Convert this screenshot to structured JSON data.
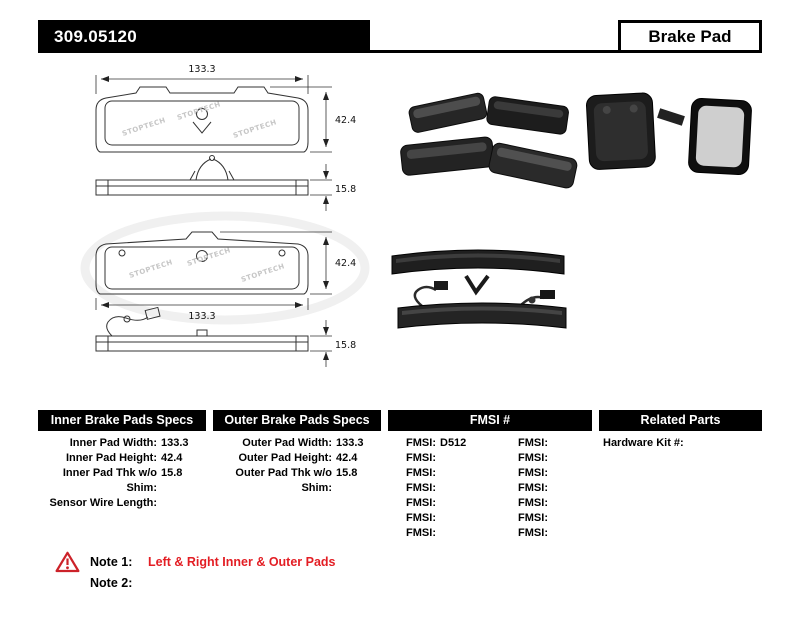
{
  "header": {
    "part_number": "309.05120",
    "product_type": "Brake Pad"
  },
  "drawings": {
    "watermark": "STOPTECH",
    "inner": {
      "width": "133.3",
      "height": "42.4",
      "thickness": "15.8"
    },
    "outer": {
      "width": "133.3",
      "height": "42.4",
      "thickness": "15.8"
    }
  },
  "specs": {
    "inner": {
      "header": "Inner Brake Pads Specs",
      "rows": [
        {
          "label": "Inner Pad Width:",
          "value": "133.3"
        },
        {
          "label": "Inner Pad Height:",
          "value": "42.4"
        },
        {
          "label": "Inner Pad Thk w/o Shim:",
          "value": "15.8"
        },
        {
          "label": "Sensor Wire Length:",
          "value": ""
        }
      ]
    },
    "outer": {
      "header": "Outer Brake Pads Specs",
      "rows": [
        {
          "label": "Outer Pad Width:",
          "value": "133.3"
        },
        {
          "label": "Outer Pad Height:",
          "value": "42.4"
        },
        {
          "label": "Outer Pad Thk w/o Shim:",
          "value": "15.8"
        }
      ]
    },
    "fmsi": {
      "header": "FMSI #",
      "rows": [
        {
          "l_label": "FMSI:",
          "l_value": "D512",
          "r_label": "FMSI:",
          "r_value": ""
        },
        {
          "l_label": "FMSI:",
          "l_value": "",
          "r_label": "FMSI:",
          "r_value": ""
        },
        {
          "l_label": "FMSI:",
          "l_value": "",
          "r_label": "FMSI:",
          "r_value": ""
        },
        {
          "l_label": "FMSI:",
          "l_value": "",
          "r_label": "FMSI:",
          "r_value": ""
        },
        {
          "l_label": "FMSI:",
          "l_value": "",
          "r_label": "FMSI:",
          "r_value": ""
        },
        {
          "l_label": "FMSI:",
          "l_value": "",
          "r_label": "FMSI:",
          "r_value": ""
        },
        {
          "l_label": "FMSI:",
          "l_value": "",
          "r_label": "FMSI:",
          "r_value": ""
        }
      ]
    },
    "related": {
      "header": "Related Parts",
      "rows": [
        {
          "label": "Hardware Kit #:",
          "value": ""
        }
      ]
    }
  },
  "notes": {
    "note1_label": "Note 1:",
    "note1_text": "Left & Right Inner & Outer Pads",
    "note2_label": "Note 2:",
    "note2_text": "",
    "warning_color": "#cc2229",
    "note_text_color": "#e31e24"
  }
}
